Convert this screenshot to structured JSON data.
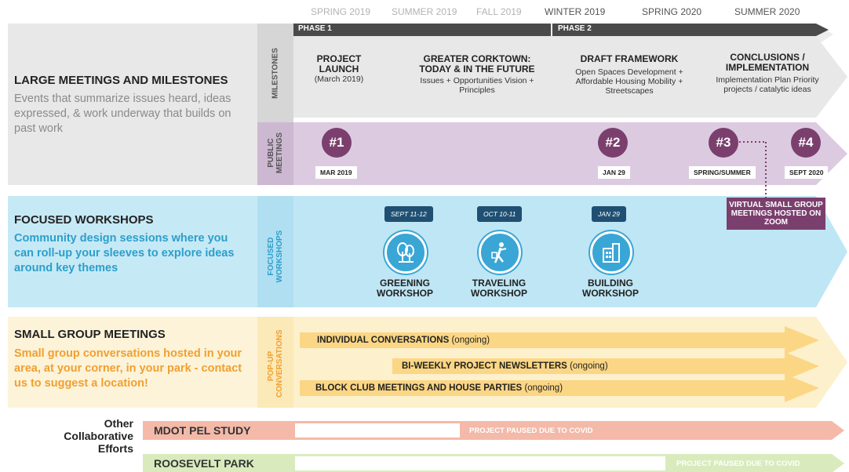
{
  "timeline": {
    "seasons": [
      "SPRING 2019",
      "SUMMER 2019",
      "FALL 2019",
      "WINTER 2019",
      "SPRING 2020",
      "SUMMER 2020"
    ],
    "phase1": "PHASE 1",
    "phase2": "PHASE 2"
  },
  "large_meetings": {
    "title": "LARGE MEETINGS AND MILESTONES",
    "description": "Events that summarize issues heard, ideas expressed, & work underway that builds on past work",
    "milestones_label": "MILESTONES",
    "public_meetings_label": "PUBLIC MEETINGS",
    "milestones": [
      {
        "title": "PROJECT LAUNCH",
        "sub": "(March 2019)"
      },
      {
        "title": "GREATER CORKTOWN: TODAY & IN THE FUTURE",
        "sub": "Issues + Opportunities Vision + Principles"
      },
      {
        "title": "DRAFT FRAMEWORK",
        "sub": "Open Spaces Development + Affordable Housing Mobility + Streetscapes"
      },
      {
        "title": "CONCLUSIONS / IMPLEMENTATION",
        "sub": "Implementation Plan Priority projects / catalytic ideas"
      }
    ],
    "public_meetings": [
      {
        "num": "#1",
        "date": "MAR 2019"
      },
      {
        "num": "#2",
        "date": "JAN 29"
      },
      {
        "num": "#3",
        "date": "SPRING/SUMMER"
      },
      {
        "num": "#4",
        "date": "SEPT 2020"
      }
    ],
    "virtual_note": "VIRTUAL SMALL GROUP MEETINGS HOSTED ON ZOOM"
  },
  "focused_workshops": {
    "title": "FOCUSED WORKSHOPS",
    "description": "Community design sessions where you can roll-up your sleeves to explore ideas around key themes",
    "side_label": "FOCUSED WORKSHOPS",
    "workshops": [
      {
        "date": "SEPT 11-12",
        "name": "GREENING WORKSHOP",
        "icon": "tree-icon"
      },
      {
        "date": "OCT 10-11",
        "name": "TRAVELING WORKSHOP",
        "icon": "walking-person-icon"
      },
      {
        "date": "JAN 29",
        "name": "BUILDING WORKSHOP",
        "icon": "building-icon"
      }
    ]
  },
  "small_group": {
    "title": "SMALL GROUP MEETINGS",
    "description": "Small group conversations hosted in your area, at your corner, in your park - contact us to suggest a location!",
    "side_label": "POP-UP CONVERSATIONS",
    "items": [
      {
        "label": "INDIVIDUAL CONVERSATIONS",
        "note": "(ongoing)"
      },
      {
        "label": "BI-WEEKLY PROJECT NEWSLETTERS",
        "note": "(ongoing)"
      },
      {
        "label": "BLOCK CLUB MEETINGS AND HOUSE PARTIES",
        "note": "(ongoing)"
      }
    ]
  },
  "other": {
    "title": "Other Collaborative Efforts",
    "rows": [
      {
        "name": "MDOT PEL STUDY",
        "paused": "PROJECT PAUSED DUE TO COVID",
        "color": "#f4b9a8"
      },
      {
        "name": "ROOSEVELT PARK",
        "paused": "PROJECT PAUSED DUE TO COVID",
        "color": "#d9ebbd"
      }
    ]
  },
  "colors": {
    "gray_band": "#e6e6e6",
    "purple_band": "#dccbe0",
    "purple": "#7b3f6e",
    "blue_band": "#bfe6f4",
    "blue_text": "#2c9fcb",
    "yellow_band": "#fdf3d9",
    "yellow_arrow": "#fbd684",
    "orange_text": "#f0a030"
  }
}
